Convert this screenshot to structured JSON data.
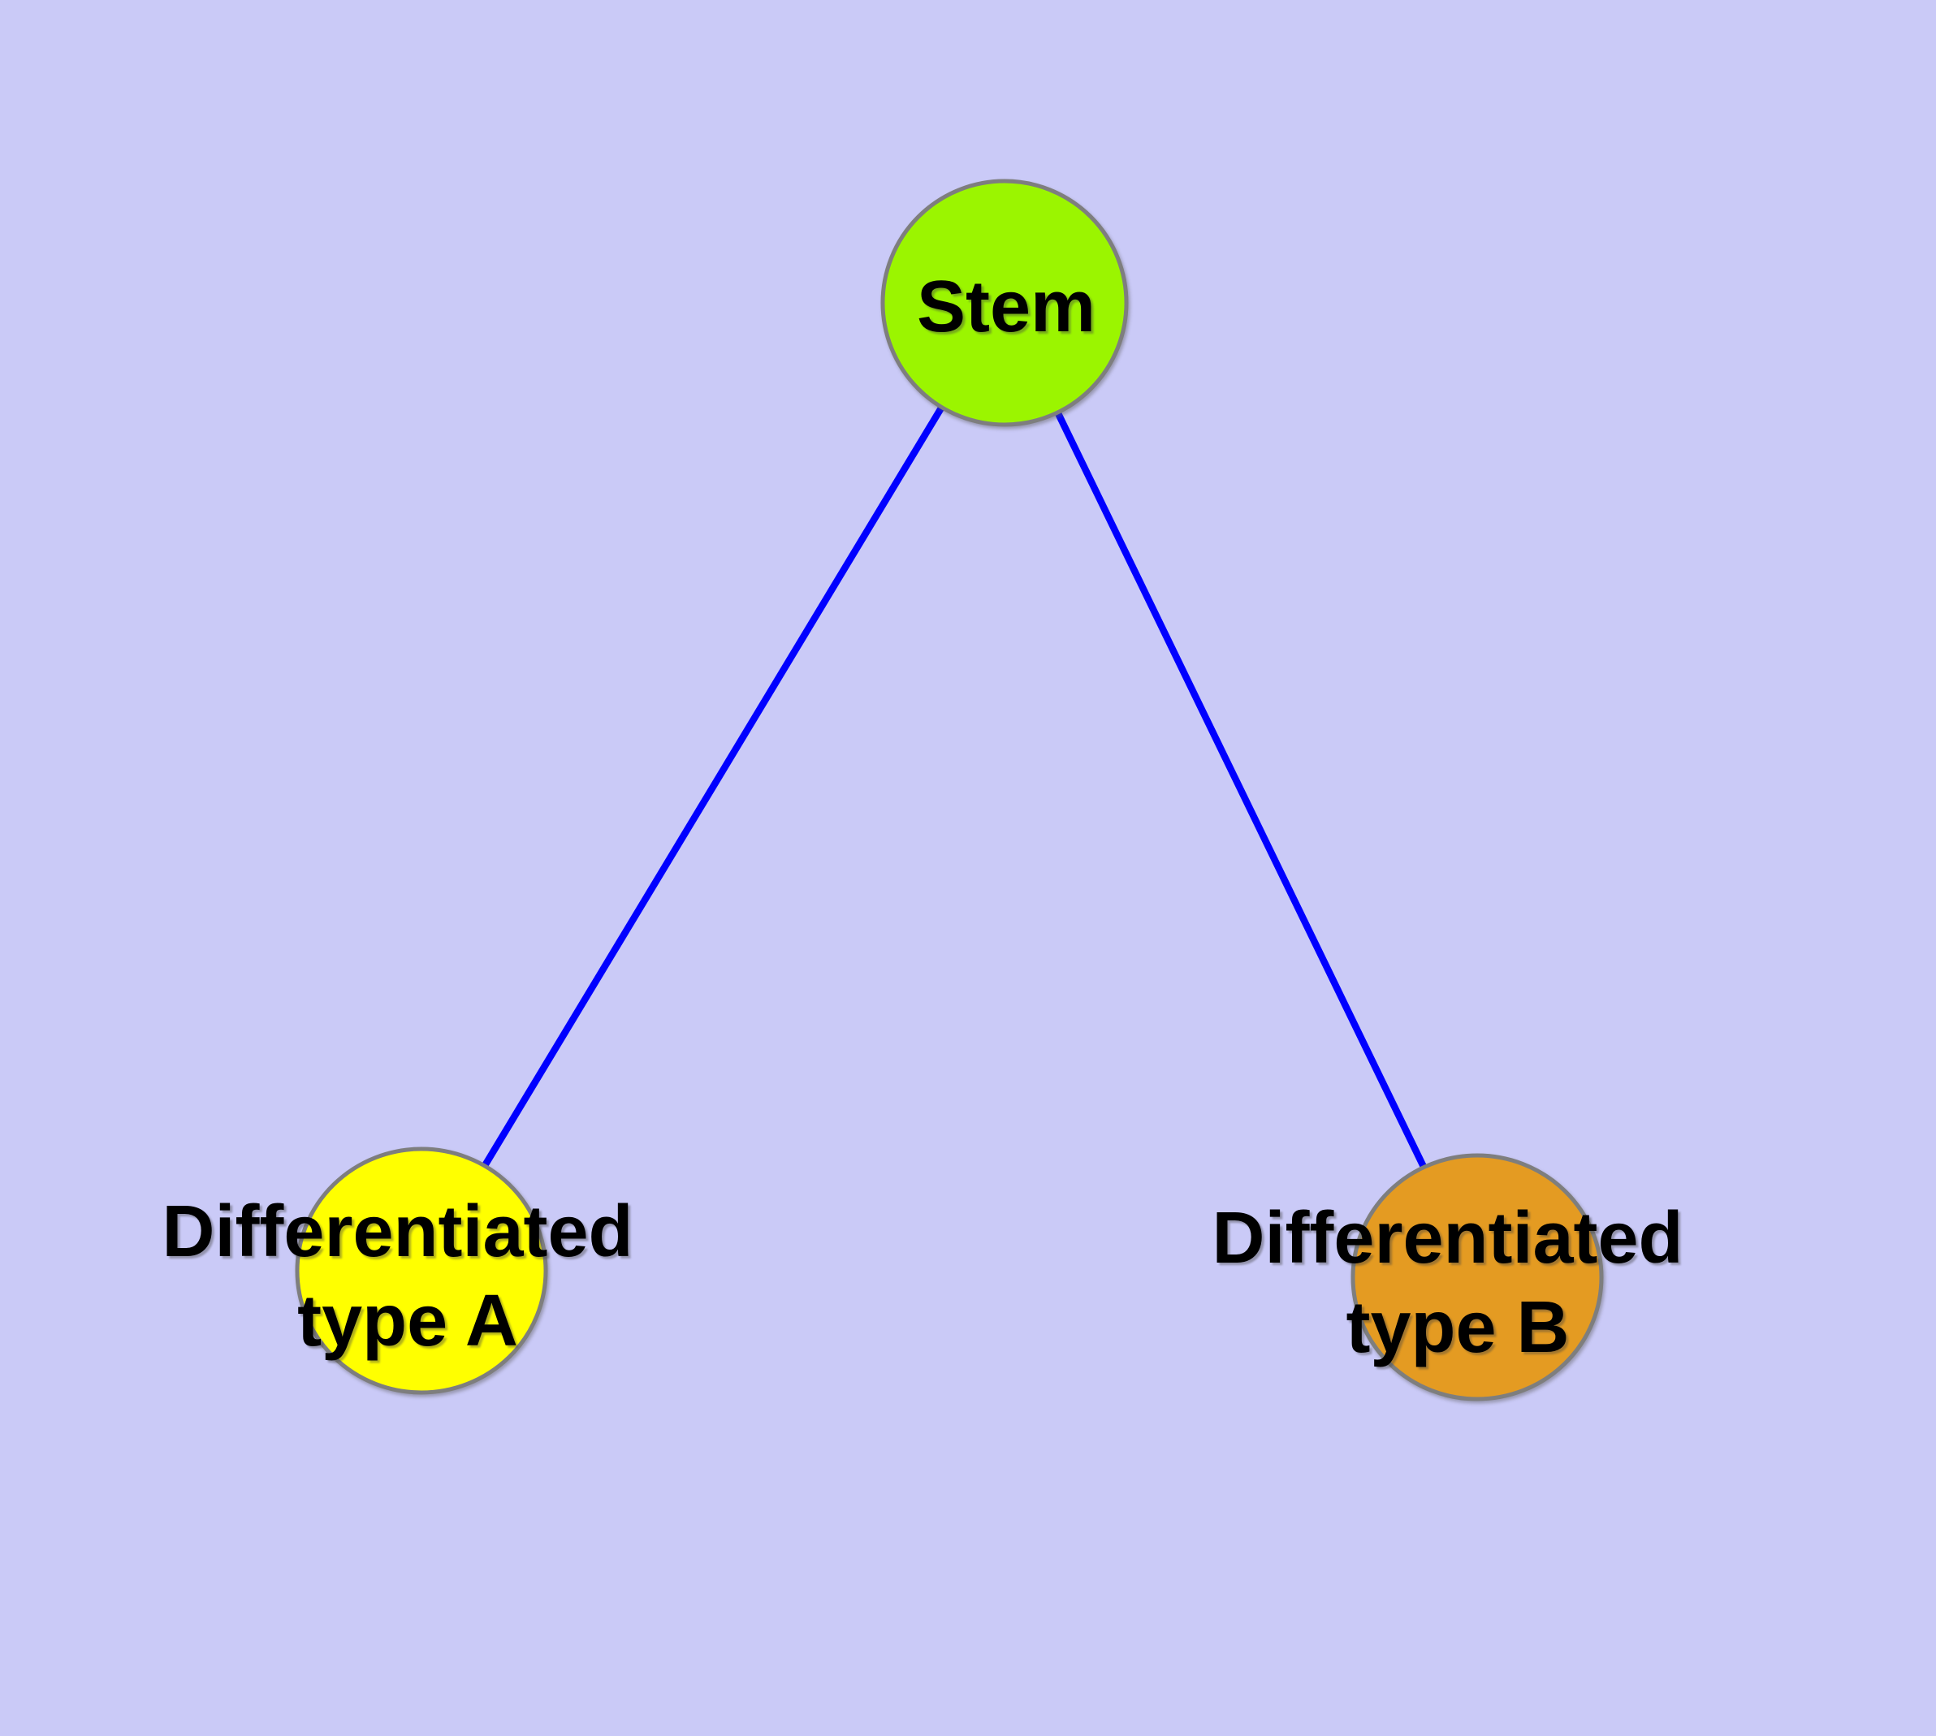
{
  "canvas": {
    "background_color": "#CACAF7"
  },
  "edge_style": {
    "color": "#0000FF"
  },
  "node_style": {
    "border_color": "#7E7E7E",
    "label_color": "#000000"
  },
  "nodes": {
    "stem": {
      "label": "Stem",
      "color": "#9BF500"
    },
    "type_a": {
      "label_line1": "Differentiated",
      "label_line2": "type A",
      "label_full": "Differentiated type A",
      "color": "#FFFF00"
    },
    "type_b": {
      "label_line1": "Differentiated",
      "label_line2": "type B",
      "label_full": "Differentiated type B",
      "color": "#E49B22"
    }
  },
  "edges": [
    {
      "from": "Stem",
      "to": "Differentiated type A"
    },
    {
      "from": "Stem",
      "to": "Differentiated type B"
    }
  ]
}
